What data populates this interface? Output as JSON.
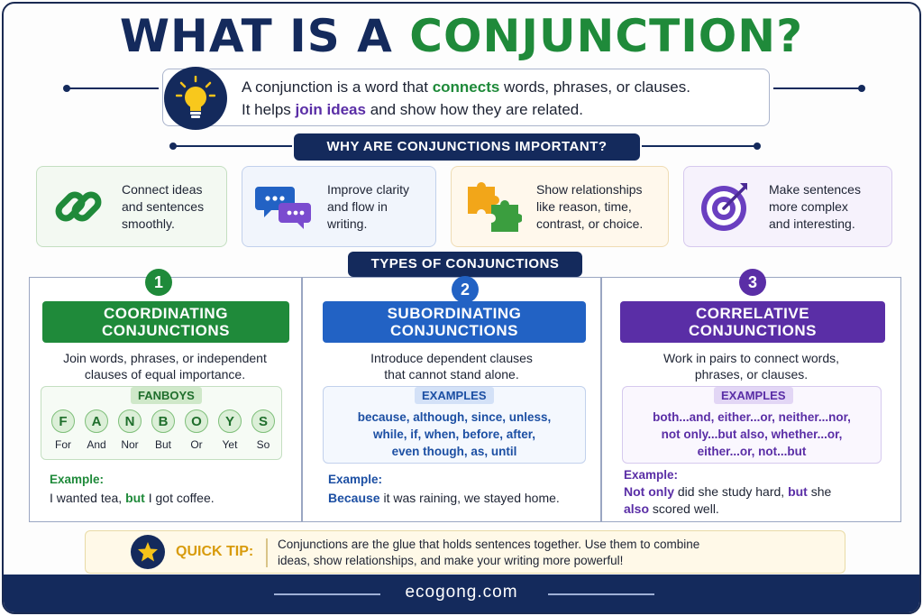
{
  "title": {
    "part1": "WHAT IS A",
    "part2": "CONJUNCTION?"
  },
  "definition": {
    "line1_a": "A conjunction is a word that ",
    "line1_b": "connects",
    "line1_c": " words, phrases, or clauses.",
    "line2_a": "It helps ",
    "line2_b": "join ideas",
    "line2_c": " and show how they are related."
  },
  "why": {
    "heading": "WHY ARE CONJUNCTIONS IMPORTANT?",
    "cards": [
      {
        "icon": "chain-link-icon",
        "l1": "Connect ideas",
        "l2": "and sentences",
        "l3": "smoothly."
      },
      {
        "icon": "speech-bubbles-icon",
        "l1": "Improve clarity",
        "l2": "and flow in",
        "l3": "writing."
      },
      {
        "icon": "puzzle-pieces-icon",
        "l1": "Show relationships",
        "l2": "like reason, time,",
        "l3": "contrast, or choice."
      },
      {
        "icon": "target-icon",
        "l1": "Make sentences",
        "l2": "more complex",
        "l3": "and interesting."
      }
    ]
  },
  "types": {
    "heading": "TYPES OF CONJUNCTIONS",
    "coordinating": {
      "num": "1",
      "h1": "COORDINATING",
      "h2": "CONJUNCTIONS",
      "d1": "Join words, phrases, or independent",
      "d2": "clauses of equal importance.",
      "tag": "FANBOYS",
      "fanboys": [
        {
          "l": "F",
          "w": "For"
        },
        {
          "l": "A",
          "w": "And"
        },
        {
          "l": "N",
          "w": "Nor"
        },
        {
          "l": "B",
          "w": "But"
        },
        {
          "l": "O",
          "w": "Or"
        },
        {
          "l": "Y",
          "w": "Yet"
        },
        {
          "l": "S",
          "w": "So"
        }
      ],
      "ex_label": "Example:",
      "ex_a": "I wanted tea, ",
      "ex_b": "but",
      "ex_c": " I got coffee."
    },
    "subordinating": {
      "num": "2",
      "h1": "SUBORDINATING",
      "h2": "CONJUNCTIONS",
      "d1": "Introduce dependent clauses",
      "d2": "that cannot stand alone.",
      "tag": "EXAMPLES",
      "e1": "because, although, since, unless,",
      "e2": "while, if, when, before, after,",
      "e3": "even though, as, until",
      "ex_label": "Example:",
      "ex_a": "Because",
      "ex_b": " it was raining, we stayed home."
    },
    "correlative": {
      "num": "3",
      "h1": "CORRELATIVE",
      "h2": "CONJUNCTIONS",
      "d1": "Work in pairs to connect words,",
      "d2": "phrases, or clauses.",
      "tag": "EXAMPLES",
      "e1": "both...and, either...or, neither...nor,",
      "e2": "not only...but also, whether...or,",
      "e3": "either...or, not...but",
      "ex_label": "Example:",
      "ex_a": "Not only",
      "ex_b": " did she study hard, ",
      "ex_c": "but",
      "ex_d": " she",
      "ex_e": "also",
      "ex_f": " scored well."
    }
  },
  "tip": {
    "label": "QUICK TIP:",
    "l1": "Conjunctions are the glue that holds sentences together.   Use them to combine",
    "l2": "ideas, show relationships, and make your writing more powerful!"
  },
  "footer": {
    "site": "ecogong.com"
  },
  "colors": {
    "navy": "#142a5c",
    "green": "#1f8a3a",
    "blue": "#2262c4",
    "purple": "#5a2ea6",
    "gold": "#d89b0c"
  }
}
